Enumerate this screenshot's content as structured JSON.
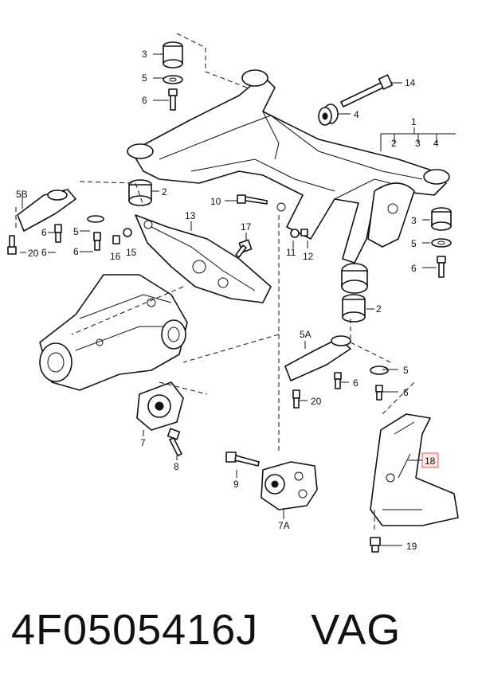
{
  "labels": {
    "p1": "1",
    "p2a": "2",
    "p2b": "2",
    "p3a": "3",
    "p3b": "3",
    "p3c": "3",
    "p4a": "4",
    "p4b": "4",
    "p5a": "5",
    "p5b": "5",
    "p5c": "5",
    "p5d": "5",
    "p5A": "5A",
    "p5B": "5B",
    "p6a": "6",
    "p6b": "6",
    "p6c": "6",
    "p6d": "6",
    "p6e": "6",
    "p6f": "6",
    "p7": "7",
    "p7A": "7A",
    "p8": "8",
    "p9": "9",
    "p10": "10",
    "p11": "11",
    "p12": "12",
    "p13": "13",
    "p14": "14",
    "p15": "15",
    "p16": "16",
    "p17": "17",
    "p18": "18",
    "p19": "19",
    "p20a": "20",
    "p20b": "20"
  },
  "highlight_color": "#e05a5a",
  "caption": {
    "part_number": "4F0505416J",
    "brand": "VAG"
  }
}
